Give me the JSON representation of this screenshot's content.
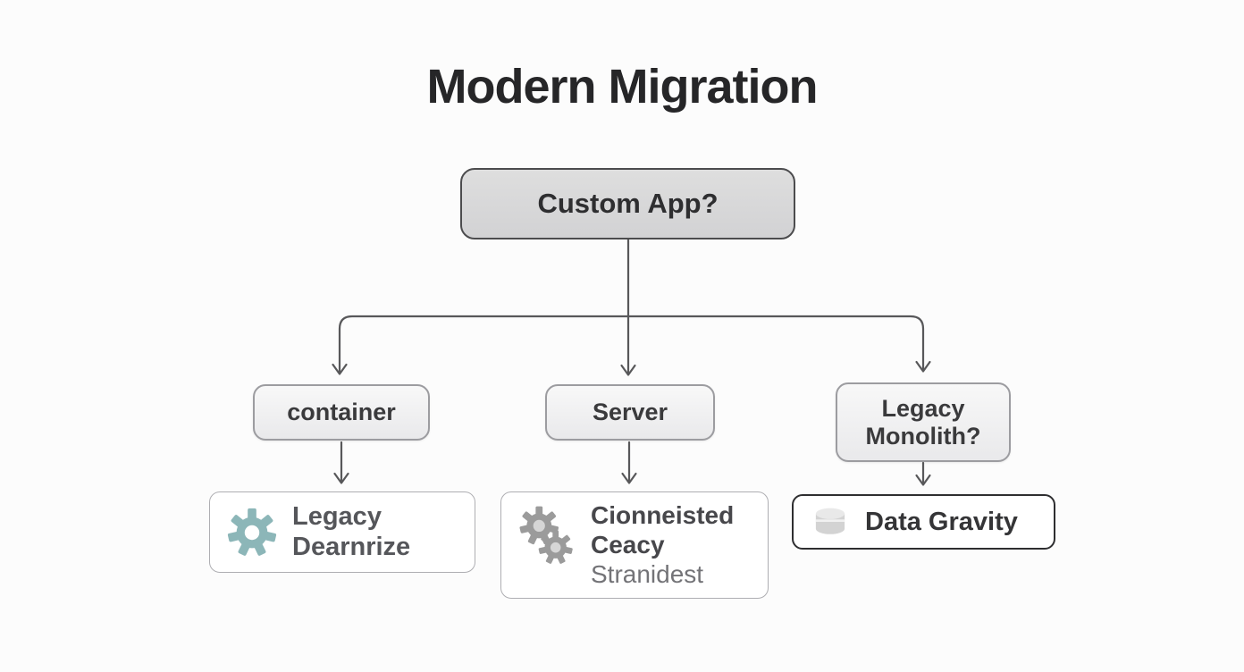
{
  "title": "Modern Migration",
  "nodes": {
    "root": {
      "label": "Custom App?"
    },
    "mid_left": {
      "label": "container"
    },
    "mid_center": {
      "label": "Server"
    },
    "mid_right": {
      "line1": "Legacy",
      "line2": "Monolith?"
    },
    "bottom_left": {
      "icon": "gear-icon",
      "line1": "Legacy",
      "line2": "Dearnrize"
    },
    "bottom_center": {
      "icon": "gears-icon",
      "line1": "Cionneisted",
      "line2": "Ceacy",
      "line3": "Stranidest"
    },
    "bottom_right": {
      "icon": "database-icon",
      "label": "Data Gravity"
    }
  },
  "colors": {
    "background": "#fcfcfc",
    "connector": "#58585a",
    "root_fill": "#d8d8da",
    "root_border": "#4c4c4e",
    "mid_fill": "#f0f0f2",
    "mid_border": "#9c9ca0",
    "leaf_border": "#aeaeb2",
    "dark_leaf_border": "#2e2e30",
    "gear_teal": "#8cb6b8",
    "gear_gray": "#9b9b9b",
    "database_gray": "#d3d3d3",
    "title_text": "#262628",
    "node_text": "#3a3a3c",
    "muted_text": "#737377"
  }
}
